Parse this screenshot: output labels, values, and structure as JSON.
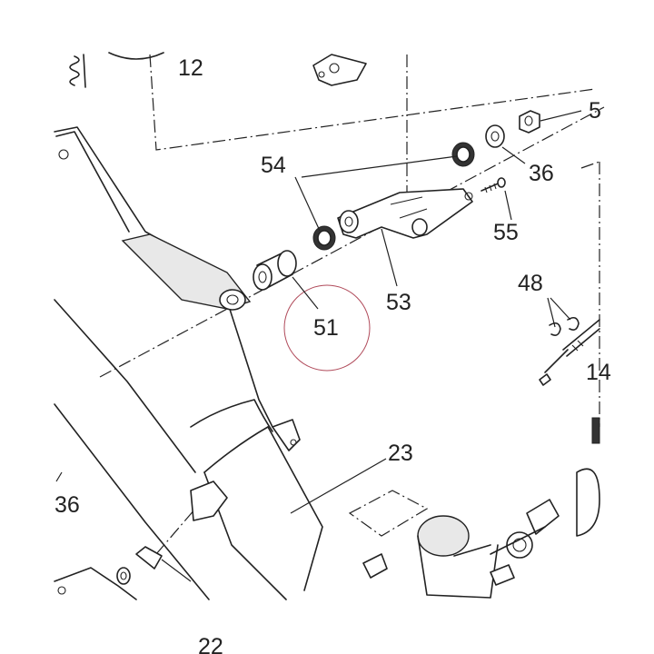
{
  "labels": {
    "p12": "12",
    "p54": "54",
    "p36a": "36",
    "p55": "55",
    "p53": "53",
    "p51": "51",
    "p48": "48",
    "p23": "23",
    "p36b": "36",
    "edge_top_right": "5",
    "edge_right": "14",
    "edge_bottom": "22"
  },
  "colors": {
    "line": "#222222",
    "highlight_circle": "#b04a5a",
    "background": "#ffffff"
  }
}
